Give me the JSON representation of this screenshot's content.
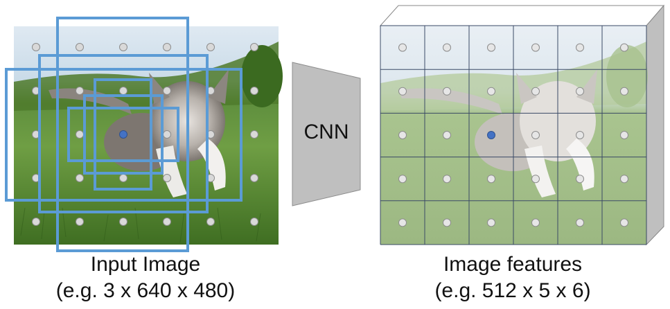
{
  "input": {
    "title": "Input Image",
    "dims": "(e.g. 3 x 640 x 480)"
  },
  "cnn": {
    "label": "CNN"
  },
  "features": {
    "title": "Image features",
    "dims": "(e.g. 512 x 5 x 6)"
  },
  "colors": {
    "box": "#5b9bd5",
    "highlight_dot": "#4472c4",
    "grid_line": "#3a4a66",
    "cnn_fill": "#bfbfbf",
    "cube_side": "#bfbfbf"
  },
  "grid": {
    "rows": 5,
    "cols": 6,
    "highlight_row": 2,
    "highlight_col": 2
  }
}
